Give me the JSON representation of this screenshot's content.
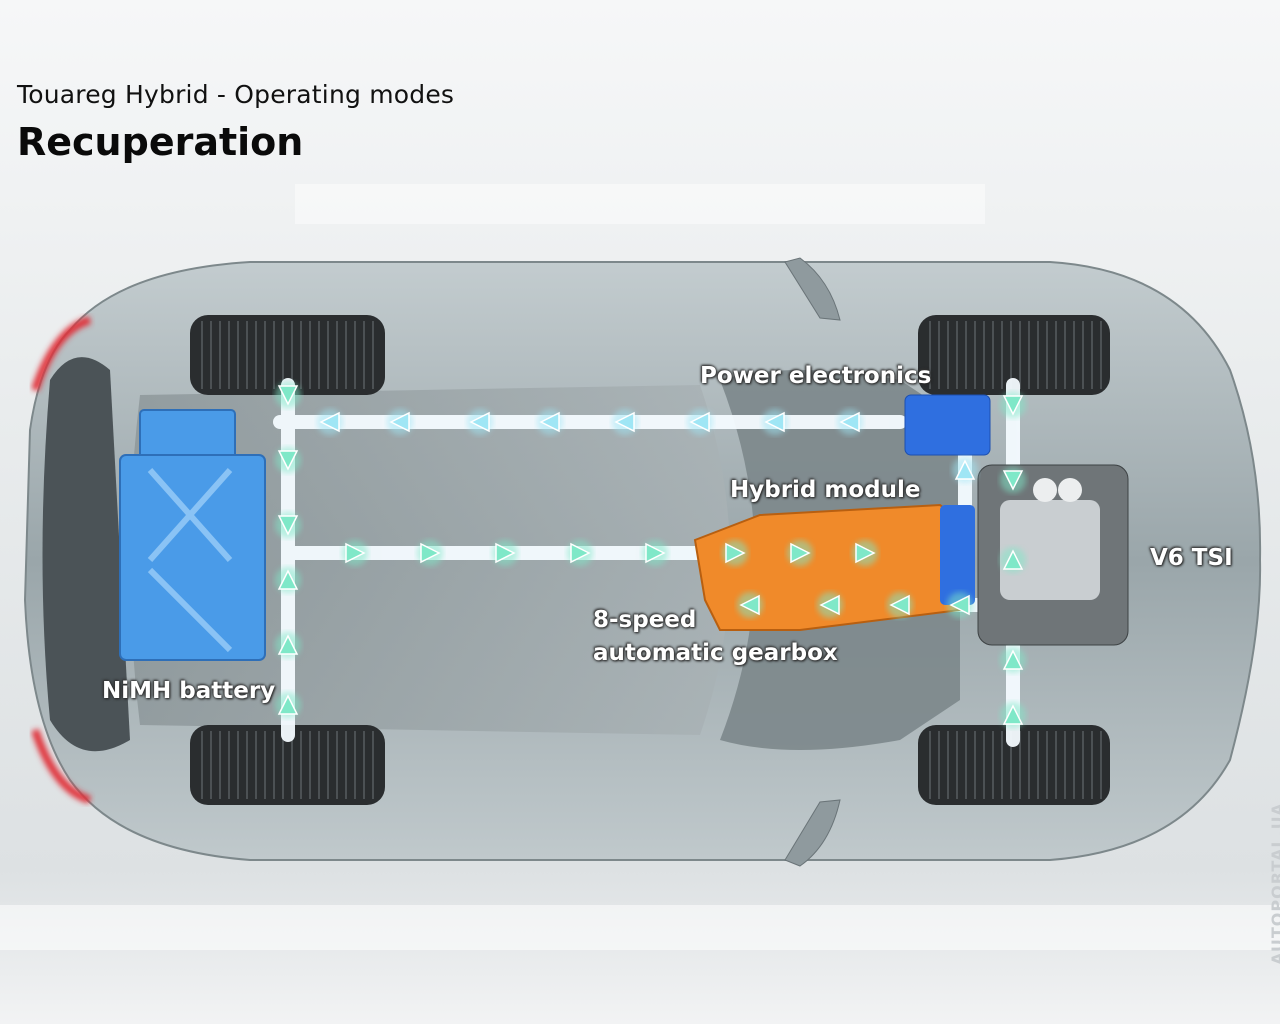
{
  "header": {
    "title": "Touareg Hybrid - Operating modes",
    "mode": "Recuperation"
  },
  "labels": {
    "power_electronics": "Power electronics",
    "hybrid_module": "Hybrid module",
    "engine": "V6 TSI",
    "gearbox_line1": "8-speed",
    "gearbox_line2": "automatic gearbox",
    "battery": "NiMH battery"
  },
  "watermark": "AUTOPORTAL.UA",
  "colors": {
    "body": "#aab5b8",
    "battery": "#4a9be8",
    "power_electronics": "#2f6fe0",
    "gearbox": "#f08a2a",
    "flow_arrow": "#7fe8c8",
    "flow_arrow_blue": "#9fe6f5"
  }
}
